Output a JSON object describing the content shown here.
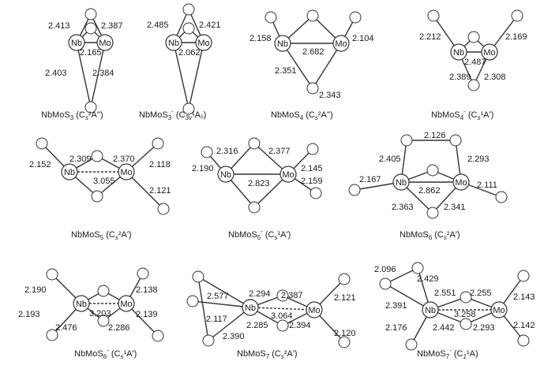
{
  "panels": [
    {
      "id": "p1",
      "caption": {
        "main": "NbMoS",
        "sub": "3",
        "sup": "",
        "rest": " (C",
        "sym": "s",
        "state": "²A'')"
      },
      "labels": [
        "2.413",
        "2.387",
        "2.165",
        "2.403",
        "2.384"
      ]
    },
    {
      "id": "p2",
      "caption": {
        "main": "NbMoS",
        "sub": "3",
        "sup": "-",
        "rest": " (C",
        "sym": "3v",
        "state": "¹A₁)"
      },
      "labels": [
        "2.485",
        "2.421",
        "2.062"
      ]
    },
    {
      "id": "p3",
      "caption": {
        "main": "NbMoS",
        "sub": "4",
        "sup": "",
        "rest": " (C",
        "sym": "s",
        "state": "²A'')"
      },
      "labels": [
        "2.158",
        "2.104",
        "2.682",
        "2.351",
        "2.343"
      ]
    },
    {
      "id": "p4",
      "caption": {
        "main": "NbMoS",
        "sub": "4",
        "sup": "-",
        "rest": " (C",
        "sym": "s",
        "state": "¹A')"
      },
      "labels": [
        "2.212",
        "2.169",
        "2.487",
        "2.389",
        "2.308"
      ]
    },
    {
      "id": "p5",
      "caption": {
        "main": "NbMoS",
        "sub": "5",
        "sup": "",
        "rest": " (C",
        "sym": "s",
        "state": "²A')"
      },
      "labels": [
        "2.309",
        "2.370",
        "2.152",
        "2.118",
        "3.055",
        "2.121"
      ]
    },
    {
      "id": "p6",
      "caption": {
        "main": "NbMoS",
        "sub": "5",
        "sup": "-",
        "rest": " (C",
        "sym": "s",
        "state": "¹A')"
      },
      "labels": [
        "2.316",
        "2.377",
        "2.190",
        "2.145",
        "2.823",
        "2.159"
      ]
    },
    {
      "id": "p7",
      "caption": {
        "main": "NbMoS",
        "sub": "6",
        "sup": "",
        "rest": " (C",
        "sym": "s",
        "state": "²A')"
      },
      "labels": [
        "2.126",
        "2.405",
        "2.293",
        "2.167",
        "2.862",
        "2.111",
        "2.363",
        "2.341"
      ]
    },
    {
      "id": "p8",
      "caption": {
        "main": "NbMoS",
        "sub": "6",
        "sup": "-",
        "rest": " (C",
        "sym": "s",
        "state": "¹A')"
      },
      "labels": [
        "2.190",
        "2.138",
        "3.203",
        "2.193",
        "2.139",
        "2.476",
        "2.286"
      ]
    },
    {
      "id": "p9",
      "caption": {
        "main": "NbMoS",
        "sub": "7",
        "sup": "",
        "rest": " (C",
        "sym": "s",
        "state": "²A')"
      },
      "labels": [
        "2.577",
        "2.294",
        "2.387",
        "2.121",
        "3.064",
        "2.117",
        "2.285",
        "2.394",
        "2.390",
        "2.120"
      ]
    },
    {
      "id": "p10",
      "caption": {
        "main": "NbMoS",
        "sub": "7",
        "sup": "-",
        "rest": " (C",
        "sym": "1",
        "state": "¹A)"
      },
      "labels": [
        "2.096",
        "2.429",
        "2.551",
        "2.255",
        "2.391",
        "3.258",
        "2.143",
        "2.176",
        "2.442",
        "2.293",
        "2.142"
      ]
    }
  ],
  "atoms": {
    "nb": "Nb",
    "mo": "Mo"
  }
}
